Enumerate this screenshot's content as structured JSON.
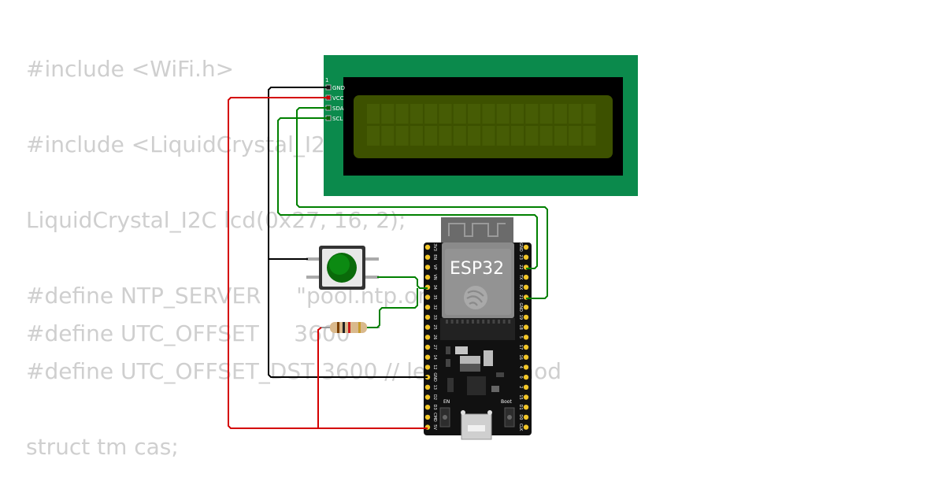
{
  "code_lines": [
    {
      "text": "#include <WiFi.h>"
    },
    {
      "text": "#include <LiquidCrystal_I2C.h>"
    },
    {
      "text": "LiquidCrystal_I2C lcd(0x27, 16, 2);"
    },
    {
      "text": "#define NTP_SERVER     \"pool.ntp.org\""
    },
    {
      "text": "#define UTC_OFFSET     3600"
    },
    {
      "text": "#define UTC_OFFSET_DST 3600 // letni cas 1hod"
    },
    {
      "text": "struct tm cas;"
    }
  ],
  "lcd": {
    "pin_number": "1",
    "pins": [
      "GND",
      "VCC",
      "SDA",
      "SCL"
    ],
    "bezel_color": "#0b8a4c",
    "screen_color": "#3d5100"
  },
  "esp32": {
    "label": "ESP32",
    "left_pins": [
      "3V3",
      "EN",
      "VP",
      "VN",
      "34",
      "35",
      "32",
      "33",
      "25",
      "26",
      "27",
      "14",
      "12",
      "GND",
      "13",
      "D2",
      "D3",
      "CMD",
      "5V"
    ],
    "right_pins": [
      "GND",
      "23",
      "22",
      "TX",
      "RX",
      "21",
      "GND",
      "19",
      "18",
      "5",
      "17",
      "16",
      "4",
      "0",
      "2",
      "15",
      "D1",
      "D0",
      "CLK"
    ],
    "en_label": "EN",
    "boot_label": "Boot"
  },
  "wire_colors": {
    "gnd": "#000000",
    "vcc": "#d40000",
    "signal": "#008000"
  }
}
